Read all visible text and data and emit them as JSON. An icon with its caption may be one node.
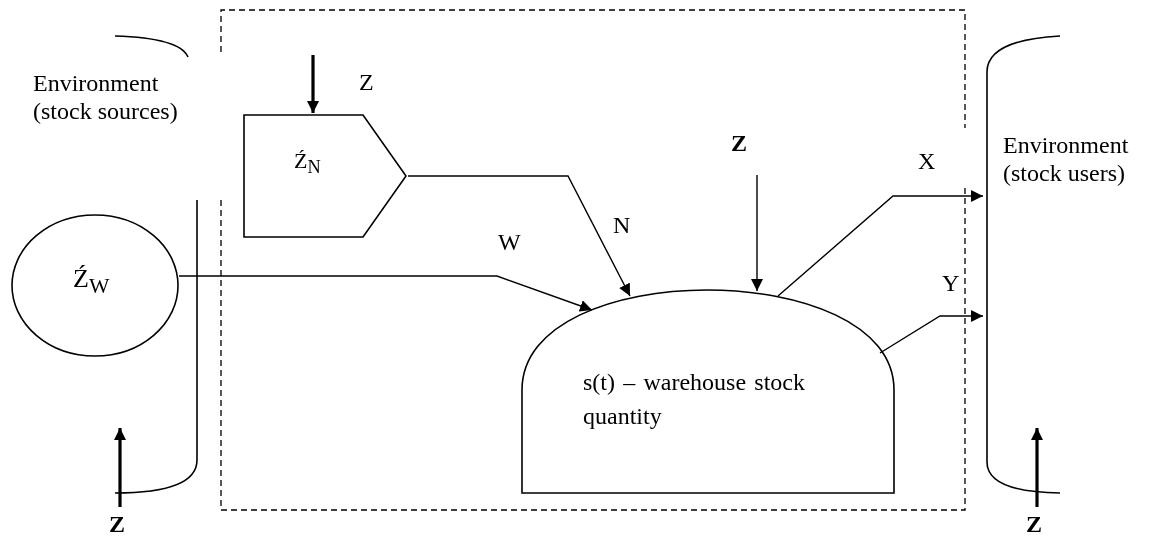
{
  "diagram": {
    "nodes": [
      {
        "text": [
          "Environment (stock sources)"
        ]
      },
      {
        "text": [
          "Ź$_{N}$"
        ]
      },
      {
        "text": [
          "Ź$_{W}$"
        ]
      },
      {
        "text": [
          "s(t) – warehouse stock quantity"
        ]
      },
      {
        "text": [
          "Environment (stock users)"
        ]
      },
      {
        "text": [],
        "shape": "bracket"
      }
    ],
    "edges": [
      {
        "from": null,
        "to": 1,
        "arrow": "to",
        "label": "Z",
        "style": "thick"
      },
      {
        "from": 1,
        "to": 3,
        "arrow": "to",
        "label": "N"
      },
      {
        "from": 2,
        "to": 3,
        "arrow": "to",
        "label": "W"
      },
      {
        "from": null,
        "to": 3,
        "arrow": "to",
        "label": "Z"
      },
      {
        "from": 3,
        "to": 4,
        "arrow": "to",
        "label": "X"
      },
      {
        "from": 3,
        "to": 4,
        "arrow": "to",
        "label": "Y"
      },
      {
        "from": null,
        "to": 5,
        "arrow": "to",
        "label": "Z",
        "style": "thick"
      },
      {
        "from": null,
        "to": 4,
        "arrow": "to",
        "label": "Z",
        "style": "thick"
      }
    ]
  }
}
